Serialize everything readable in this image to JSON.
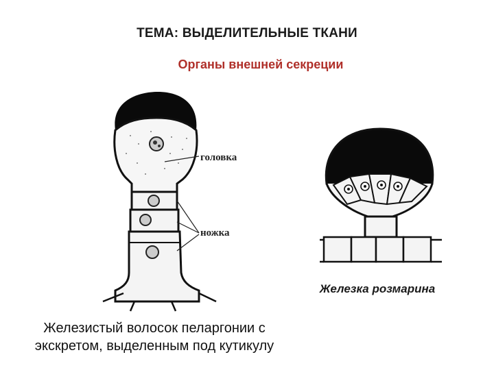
{
  "header": {
    "title": "ТЕМА: ВЫДЕЛИТЕЛЬНЫЕ ТКАНИ",
    "subtitle": "Органы внешней секреции"
  },
  "left_figure": {
    "labels": {
      "head": "головка",
      "stalk": "ножка"
    },
    "caption_line1": "Железистый волосок пеларгонии с",
    "caption_line2": "экскретом, выделенным под кутикулу"
  },
  "right_figure": {
    "caption": "Железка розмарина"
  },
  "colors": {
    "subtitle": "#b0302a",
    "ink": "#111111",
    "secretion": "#0a0a0a"
  }
}
